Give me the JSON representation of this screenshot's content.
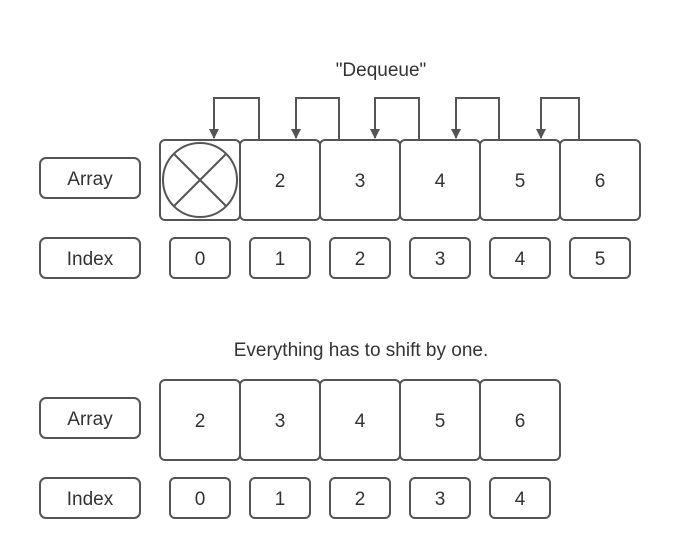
{
  "title": "\"Dequeue\"",
  "caption": "Everything has to shift by one.",
  "colors": {
    "stroke": "#555555",
    "text": "#333333",
    "background": "#ffffff"
  },
  "top": {
    "row_label": "Array",
    "index_label": "Index",
    "removed_cell_icon": "crossed-circle-icon",
    "cells": [
      "2",
      "3",
      "4",
      "5",
      "6"
    ],
    "indices": [
      "0",
      "1",
      "2",
      "3",
      "4",
      "5"
    ]
  },
  "bottom": {
    "row_label": "Array",
    "index_label": "Index",
    "cells": [
      "2",
      "3",
      "4",
      "5",
      "6"
    ],
    "indices": [
      "0",
      "1",
      "2",
      "3",
      "4"
    ]
  }
}
